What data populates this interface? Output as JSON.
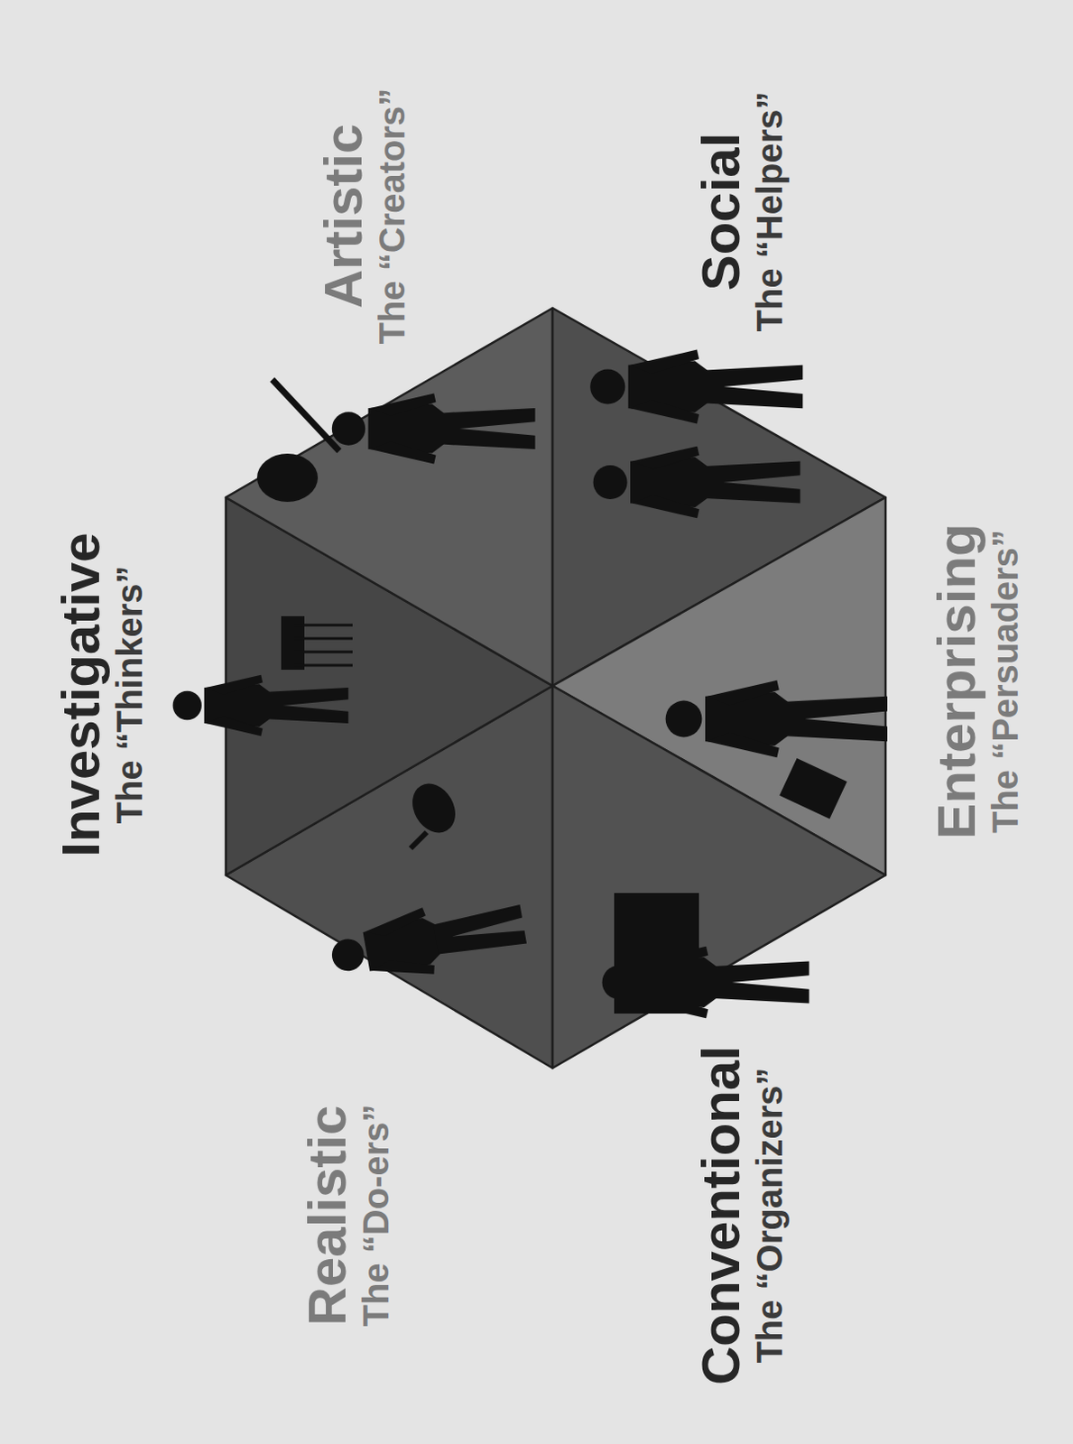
{
  "diagram": {
    "nodes": [
      {
        "text": [
          "Realistic",
          "The “Do-ers”"
        ]
      },
      {
        "text": [
          "Investigative",
          "The “Thinkers”"
        ]
      },
      {
        "text": [
          "Artistic",
          "The “Creators”"
        ]
      },
      {
        "text": [
          "Social",
          "The “Helpers”"
        ]
      },
      {
        "text": [
          "Enterprising",
          "The “Persuaders”"
        ]
      },
      {
        "text": [
          "Conventional",
          "The “Organizers”"
        ]
      }
    ]
  }
}
